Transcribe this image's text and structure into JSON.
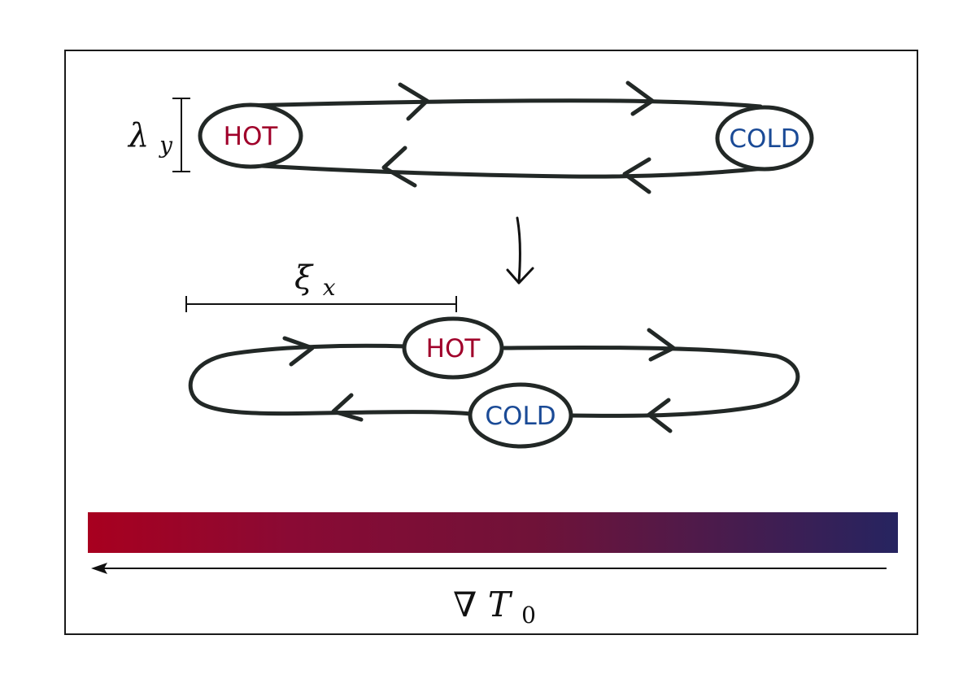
{
  "colors": {
    "hot": "#a0002a",
    "cold": "#1a4a96",
    "gradient_left": "#a8001f",
    "gradient_mid": "#701238",
    "gradient_right": "#262460",
    "line": "#222826"
  },
  "top_loop": {
    "hot_label": "HOT",
    "cold_label": "COLD",
    "scale_label": "λ",
    "scale_sub": "y"
  },
  "bottom_loop": {
    "hot_label": "HOT",
    "cold_label": "COLD",
    "scale_label": "ξ",
    "scale_sub": "x"
  },
  "gradient": {
    "symbol": "∇",
    "var": "T",
    "sub": "0"
  }
}
